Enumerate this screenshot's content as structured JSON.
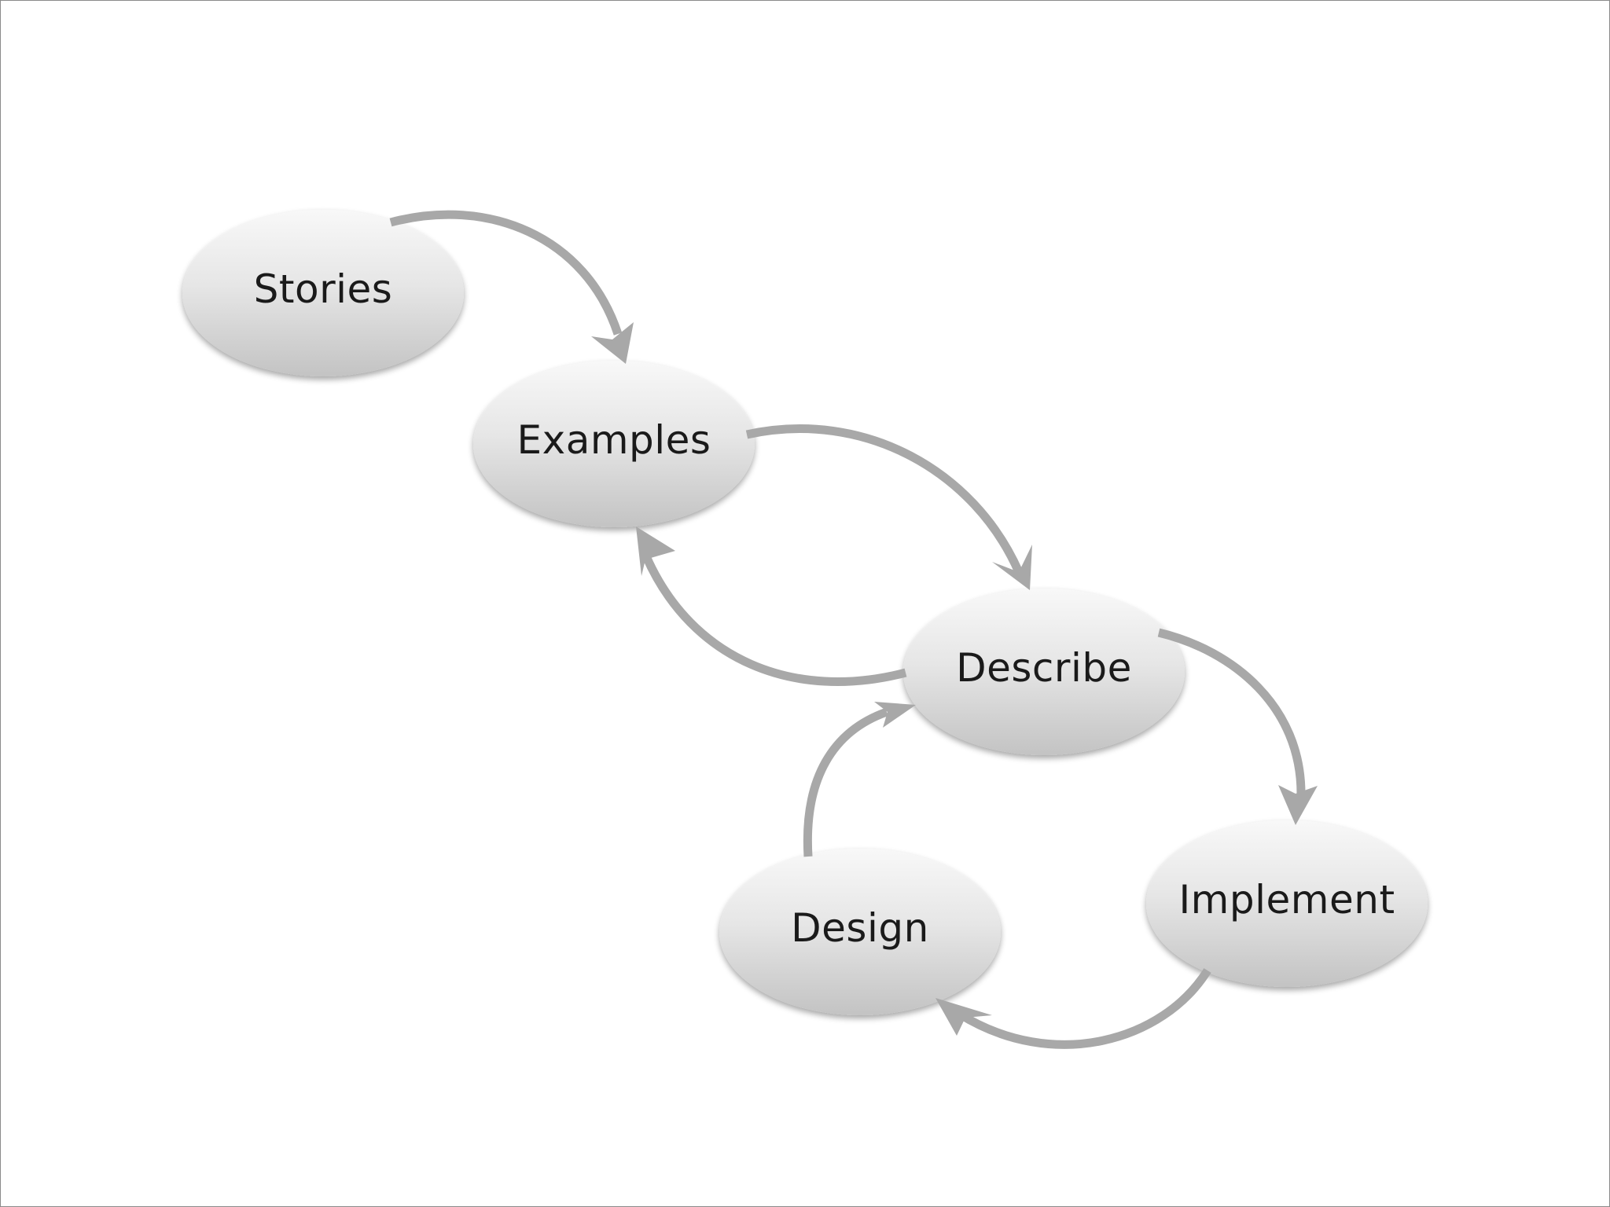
{
  "diagram": {
    "nodes": {
      "stories": "Stories",
      "examples": "Examples",
      "describe": "Describe",
      "implement": "Implement",
      "design": "Design"
    },
    "edges": [
      {
        "from": "Stories",
        "to": "Examples"
      },
      {
        "from": "Examples",
        "to": "Describe"
      },
      {
        "from": "Describe",
        "to": "Examples"
      },
      {
        "from": "Describe",
        "to": "Implement"
      },
      {
        "from": "Implement",
        "to": "Design"
      },
      {
        "from": "Design",
        "to": "Describe"
      }
    ],
    "colors": {
      "node_fill_top": "#f7f7f7",
      "node_fill_bottom": "#c6c6c6",
      "arrow": "#a8a8a8",
      "text": "#1a1a1a",
      "border": "#8a8a8a"
    }
  }
}
